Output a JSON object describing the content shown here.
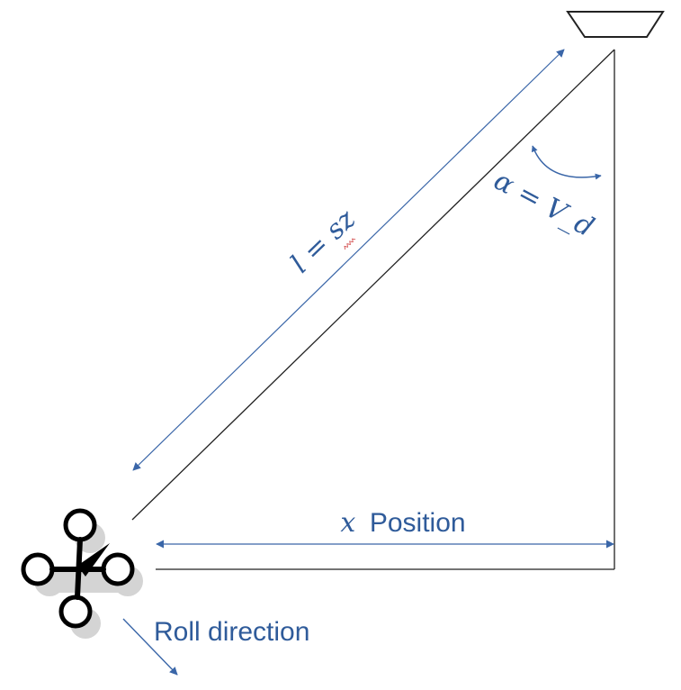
{
  "diagram": {
    "colors": {
      "line": "#222222",
      "accent": "#3a66a8",
      "text": "#2f5b9a",
      "shadow": "#d4d4d4",
      "drone": "#000000"
    },
    "labels": {
      "length_math": "l = sz",
      "angle_math": "α = V_d",
      "x_var": "x",
      "position_word": "Position",
      "roll": "Roll direction"
    },
    "icons": {
      "camera": "camera-icon",
      "drone": "quadcopter-icon"
    }
  }
}
